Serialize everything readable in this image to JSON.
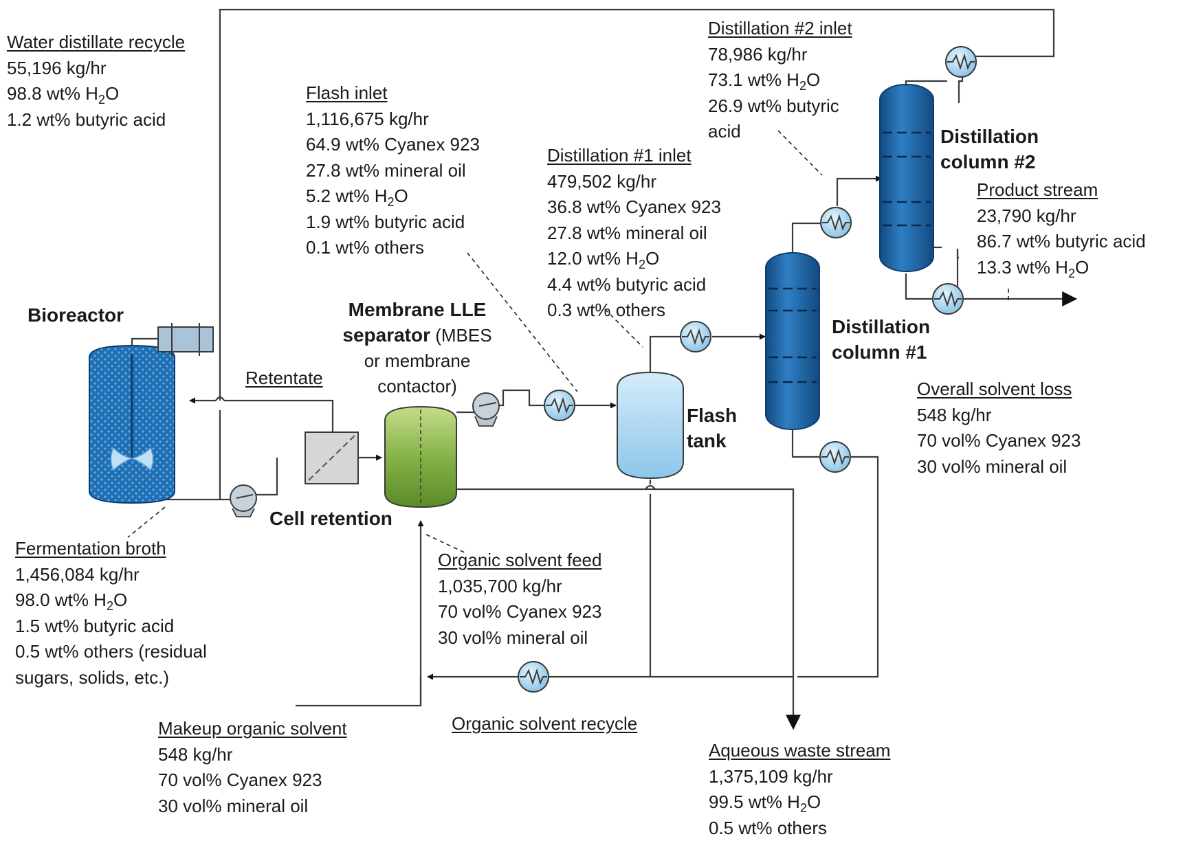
{
  "units": {
    "bioreactor": "Bioreactor",
    "membrane_title_bold": "Membrane LLE",
    "membrane_sep_bold": "separator",
    "membrane_sep_rest": " (MBES",
    "membrane_line3": "or membrane",
    "membrane_line4": "contactor)",
    "cell_retention": "Cell retention",
    "flash_tank_1": "Flash",
    "flash_tank_2": "tank",
    "dist1_1": "Distillation",
    "dist1_2": "column #1",
    "dist2_1": "Distillation",
    "dist2_2": "column #2",
    "retentate": "Retentate",
    "organic_solvent_recycle": "Organic solvent recycle"
  },
  "streams": {
    "water_distillate": {
      "title": "Water distillate recycle",
      "flow": "55,196 kg/hr",
      "h2o_pre": "98.8 wt% H",
      "h2o_sub": "2",
      "h2o_post": "O",
      "c1": "1.2 wt% butyric acid"
    },
    "flash_inlet": {
      "title": "Flash inlet",
      "flow": "1,116,675 kg/hr",
      "c1": "64.9 wt% Cyanex 923",
      "c2": "27.8 wt% mineral oil",
      "h2o_pre": "5.2 wt% H",
      "h2o_sub": "2",
      "h2o_post": "O",
      "c3": "1.9 wt% butyric acid",
      "c4": "0.1 wt% others"
    },
    "dist1_inlet": {
      "title": "Distillation #1 inlet",
      "flow": "479,502 kg/hr",
      "c1": "36.8 wt% Cyanex 923",
      "c2": "27.8 wt% mineral oil",
      "h2o_pre": "12.0 wt% H",
      "h2o_sub": "2",
      "h2o_post": "O",
      "c3": "4.4 wt% butyric acid",
      "c4": "0.3 wt% others"
    },
    "dist2_inlet": {
      "title": "Distillation #2 inlet",
      "flow": "78,986 kg/hr",
      "h2o_pre": "73.1 wt% H",
      "h2o_sub": "2",
      "h2o_post": "O",
      "c1": "26.9 wt% butyric",
      "c2": "acid"
    },
    "product": {
      "title": "Product stream",
      "flow": "23,790 kg/hr",
      "c1": "86.7 wt% butyric acid",
      "h2o_pre": "13.3 wt% H",
      "h2o_sub": "2",
      "h2o_post": "O"
    },
    "solvent_loss": {
      "title": "Overall solvent loss",
      "flow": "548 kg/hr",
      "c1": "70 vol% Cyanex 923",
      "c2": "30 vol% mineral oil"
    },
    "fermentation_broth": {
      "title": "Fermentation broth",
      "flow": "1,456,084 kg/hr",
      "h2o_pre": "98.0 wt% H",
      "h2o_sub": "2",
      "h2o_post": "O",
      "c1": "1.5 wt% butyric acid",
      "c2": "0.5 wt% others (residual",
      "c3": "sugars, solids, etc.)"
    },
    "organic_feed": {
      "title": "Organic solvent feed",
      "flow": "1,035,700 kg/hr",
      "c1": "70 vol% Cyanex 923",
      "c2": "30 vol% mineral oil"
    },
    "makeup": {
      "title": "Makeup organic solvent",
      "flow": "548 kg/hr",
      "c1": "70 vol% Cyanex 923",
      "c2": "30 vol% mineral oil"
    },
    "aqueous_waste": {
      "title": "Aqueous waste stream",
      "flow": "1,375,109 kg/hr",
      "h2o_pre": "99.5 wt% H",
      "h2o_sub": "2",
      "h2o_post": "O",
      "c1": "0.5 wt% others"
    }
  },
  "colors": {
    "line": "#3a3a3a",
    "bioreactor_blue": "#1f6fb5",
    "column_blue": "#1a5fa0",
    "membrane_green": "#7fae3e",
    "flash_light_blue": "#b9dcf2",
    "hx_blue": "#a8d4ee"
  }
}
